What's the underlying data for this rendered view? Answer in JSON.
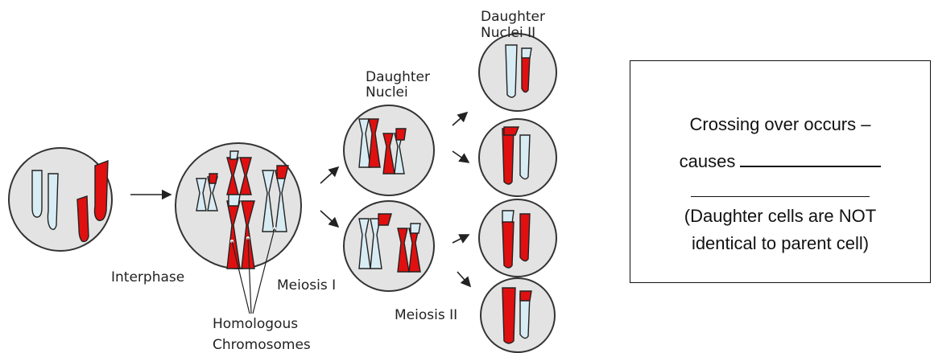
{
  "labels": {
    "interphase": "Interphase",
    "meiosis1": "Meiosis I",
    "meiosis2": "Meiosis II",
    "homologous_1": "Homologous",
    "homologous_2": "Chromosomes",
    "daughter_nuclei_1": "Daughter",
    "daughter_nuclei_2": "Nuclei",
    "daughter_nuclei2_1": "Daughter",
    "daughter_nuclei2_2": "Nuclei II"
  },
  "note": {
    "line1": "Crossing over occurs –",
    "line2_prefix": "causes",
    "line3": "",
    "line4": "(Daughter cells are NOT",
    "line5": "identical to parent cell)"
  },
  "colors": {
    "red_chromosome": "#e01010",
    "blue_chromosome": "#d8ecf4",
    "cell_fill": "#e3e3e3"
  }
}
